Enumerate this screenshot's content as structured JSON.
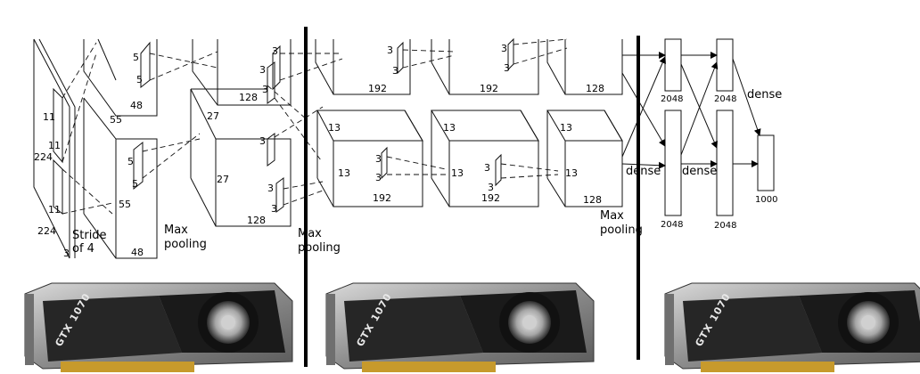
{
  "diagram": {
    "labels": {
      "input_11a": "11",
      "input_11b": "11",
      "input_224a": "224",
      "input_224b": "224",
      "input_3": "3",
      "stride": "Stride",
      "stride_of": "of 4",
      "c1_5a": "5",
      "c1_5b": "5",
      "c1_55a": "55",
      "c1_48a": "48",
      "c1_5c": "5",
      "c1_5d": "5",
      "c1_55b": "55",
      "c1_48b": "48",
      "c2_27a": "27",
      "c2_128a": "128",
      "c2_27b": "27",
      "c2_128b": "128",
      "c2_3a": "3",
      "c2_3b": "3",
      "c2_3c": "3",
      "c2_3d": "3",
      "c2_3e": "3",
      "c2_3f": "3",
      "max1": "Max",
      "pool1": "pooling",
      "max2": "Max",
      "pool2": "pooling",
      "max3": "Max",
      "pool3": "pooling",
      "c3_192a": "192",
      "c3_13a": "13",
      "c3_13b": "13",
      "c3_192b": "192",
      "c3_3a": "3",
      "c3_3b": "3",
      "c4_3a": "3",
      "c4_3b": "3",
      "c4_192a": "192",
      "c4_13a": "13",
      "c4_13b": "13",
      "c4_192b": "192",
      "c4_3c": "3",
      "c4_3d": "3",
      "c5_3a": "3",
      "c5_3b": "3",
      "c5_128a": "128",
      "c5_13a": "13",
      "c5_13b": "13",
      "c5_128b": "128",
      "fc_2048a": "2048",
      "fc_2048b": "2048",
      "fc_2048c": "2048",
      "fc_2048d": "2048",
      "dense1": "dense",
      "dense2": "dense",
      "dense3": "dense",
      "out_1000": "1000"
    }
  },
  "gpus": [
    {
      "model": "GTX 1070"
    },
    {
      "model": "GTX 1070"
    },
    {
      "model": "GTX 1070"
    }
  ]
}
